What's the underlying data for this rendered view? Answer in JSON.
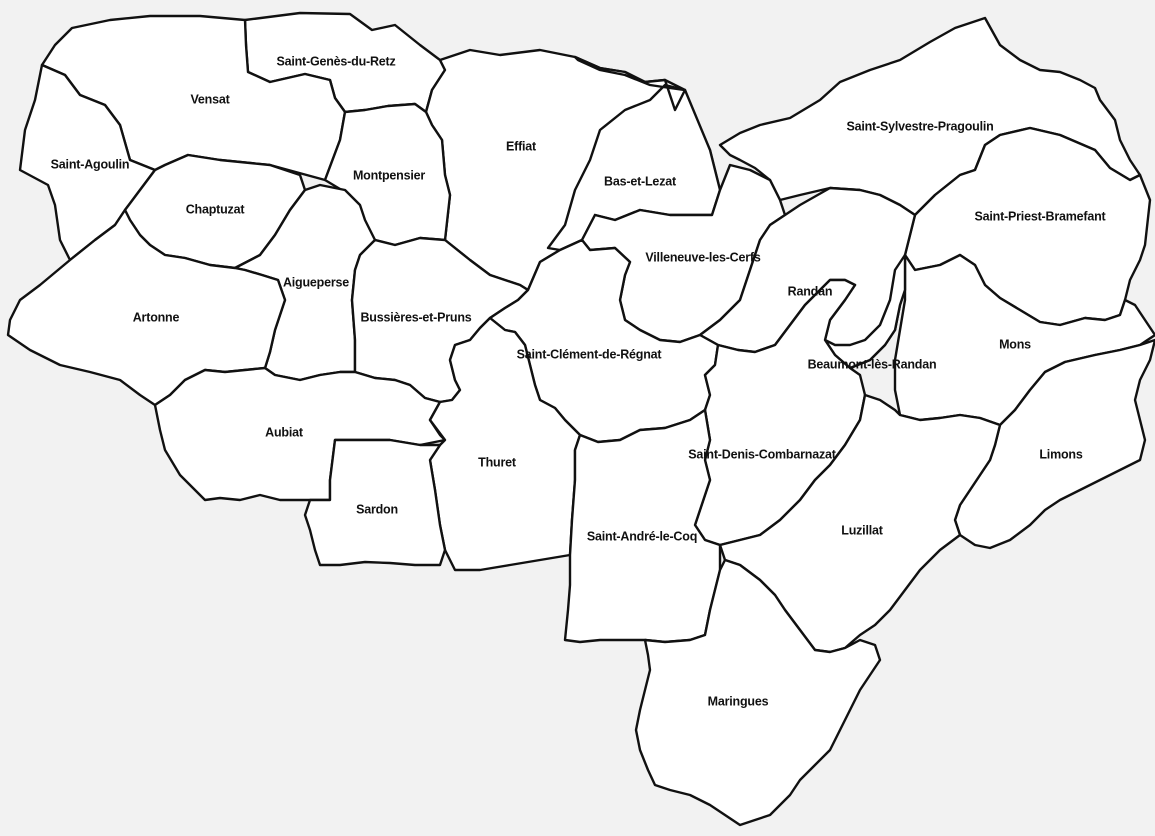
{
  "map": {
    "communes": [
      {
        "id": "saint-genes-du-retz",
        "name": "Saint-Genès-du-Retz"
      },
      {
        "id": "vensat",
        "name": "Vensat"
      },
      {
        "id": "effiat",
        "name": "Effiat"
      },
      {
        "id": "saint-sylvestre-pragoulin",
        "name": "Saint-Sylvestre-Pragoulin"
      },
      {
        "id": "saint-agoulin",
        "name": "Saint-Agoulin"
      },
      {
        "id": "montpensier",
        "name": "Montpensier"
      },
      {
        "id": "bas-et-lezat",
        "name": "Bas-et-Lezat"
      },
      {
        "id": "chaptuzat",
        "name": "Chaptuzat"
      },
      {
        "id": "saint-priest-bramefant",
        "name": "Saint-Priest-Bramefant"
      },
      {
        "id": "villeneuve-les-cerfs",
        "name": "Villeneuve-les-Cerfs"
      },
      {
        "id": "aigueperse",
        "name": "Aigueperse"
      },
      {
        "id": "randan",
        "name": "Randan"
      },
      {
        "id": "artonne",
        "name": "Artonne"
      },
      {
        "id": "bussieres-et-pruns",
        "name": "Bussières-et-Pruns"
      },
      {
        "id": "mons",
        "name": "Mons"
      },
      {
        "id": "saint-clement-de-regnat",
        "name": "Saint-Clément-de-Régnat"
      },
      {
        "id": "beaumont-les-randan",
        "name": "Beaumont-lès-Randan"
      },
      {
        "id": "aubiat",
        "name": "Aubiat"
      },
      {
        "id": "thuret",
        "name": "Thuret"
      },
      {
        "id": "saint-denis-combarnazat",
        "name": "Saint-Denis-Combarnazat"
      },
      {
        "id": "limons",
        "name": "Limons"
      },
      {
        "id": "sardon",
        "name": "Sardon"
      },
      {
        "id": "saint-andre-le-coq",
        "name": "Saint-André-le-Coq"
      },
      {
        "id": "luzillat",
        "name": "Luzillat"
      },
      {
        "id": "maringues",
        "name": "Maringues"
      }
    ]
  }
}
